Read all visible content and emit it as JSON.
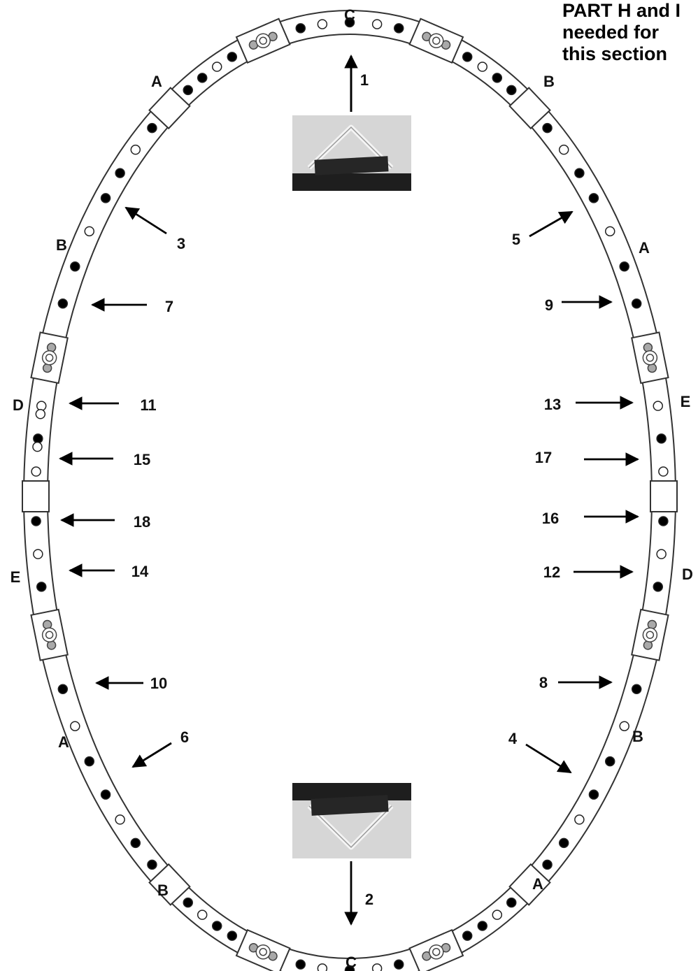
{
  "note_lines": [
    "PART H and I",
    "needed for",
    "this section"
  ],
  "position_letters": [
    {
      "text": "C"
    },
    {
      "text": "C"
    },
    {
      "text": "A"
    },
    {
      "text": "B"
    },
    {
      "text": "B"
    },
    {
      "text": "A"
    },
    {
      "text": "D"
    },
    {
      "text": "E"
    },
    {
      "text": "E"
    },
    {
      "text": "D"
    },
    {
      "text": "A"
    },
    {
      "text": "B"
    },
    {
      "text": "B"
    },
    {
      "text": "A"
    }
  ],
  "step_numbers": [
    "1",
    "2",
    "3",
    "4",
    "5",
    "6",
    "7",
    "8",
    "9",
    "10",
    "11",
    "12",
    "13",
    "14",
    "15",
    "16",
    "17",
    "18"
  ],
  "colors": {
    "ring_line": "#333333",
    "hole_filled": "#000000",
    "hole_open": "#ffffff",
    "hole_grey": "#a9a9a9",
    "photo_bg": "#d9d9d9",
    "clip_color": "#222222"
  }
}
